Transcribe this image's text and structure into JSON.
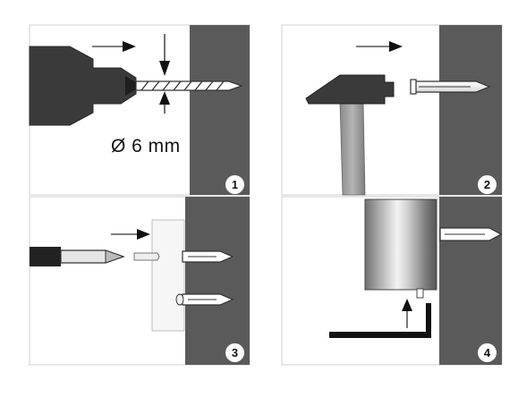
{
  "diagram": {
    "dimension_label": "Ø 6 mm",
    "steps": [
      {
        "number": "1"
      },
      {
        "number": "2"
      },
      {
        "number": "3"
      },
      {
        "number": "4"
      }
    ],
    "colors": {
      "wall": "#5a5a5a",
      "tool_dark": "#3a3a3a",
      "outline": "#222222",
      "panel_border": "#cfcfcf",
      "background": "#ffffff"
    }
  }
}
